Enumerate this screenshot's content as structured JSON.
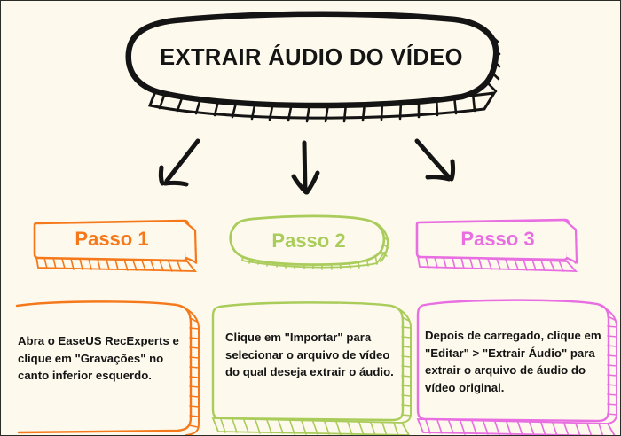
{
  "page": {
    "background_color": "#fdf9ec",
    "border_color": "#2b2b28",
    "style": "hand-drawn infographic"
  },
  "title": {
    "text": "EXTRAIR ÁUDIO DO VÍDEO",
    "color": "#141414",
    "banner_outline_color": "#141414"
  },
  "arrows": [
    {
      "name": "arrow-to-step-1",
      "direction": "down-left",
      "color": "#141414"
    },
    {
      "name": "arrow-to-step-2",
      "direction": "down",
      "color": "#141414"
    },
    {
      "name": "arrow-to-step-3",
      "direction": "down-right",
      "color": "#141414"
    }
  ],
  "steps": [
    {
      "label": "Passo 1",
      "color": "#f5791b",
      "body": "Abra o EaseUS RecExperts e clique em \"Gravações\" no canto inferior esquerdo."
    },
    {
      "label": "Passo 2",
      "color": "#a9cc5b",
      "body": "Clique em \"Importar\" para selecionar o arquivo de vídeo do qual deseja extrair o áudio."
    },
    {
      "label": "Passo 3",
      "color": "#e86ee2",
      "body": "Depois de carregado, clique em \"Editar\" > \"Extrair Áudio\" para extrair o arquivo de áudio do vídeo original."
    }
  ]
}
